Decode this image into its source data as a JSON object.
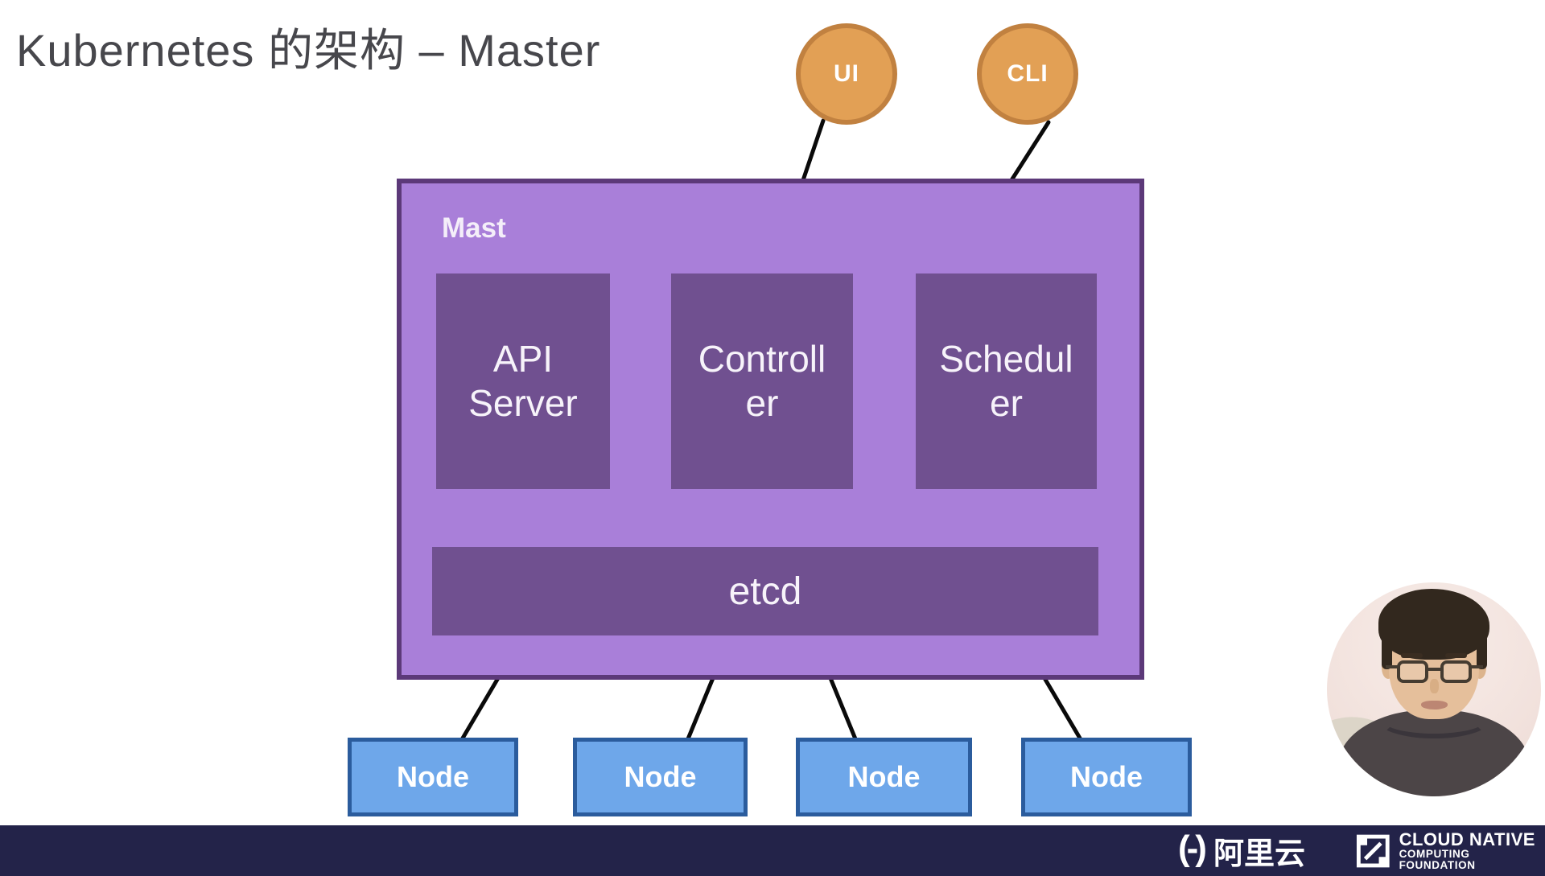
{
  "slide": {
    "title": "Kubernetes 的架构 – Master",
    "clients": [
      {
        "label": "UI"
      },
      {
        "label": "CLI"
      }
    ],
    "master": {
      "label": "Mast",
      "components": [
        {
          "name": "API Server",
          "lines": [
            "API",
            "Server"
          ]
        },
        {
          "name": "Controller",
          "lines": [
            "Controll",
            "er"
          ]
        },
        {
          "name": "Scheduler",
          "lines": [
            "Schedul",
            "er"
          ]
        }
      ],
      "datastore": {
        "label": "etcd"
      }
    },
    "nodes": [
      {
        "label": "Node"
      },
      {
        "label": "Node"
      },
      {
        "label": "Node"
      },
      {
        "label": "Node"
      }
    ],
    "colors": {
      "client_fill": "#E2A055",
      "client_border": "#C18140",
      "master_fill": "#A97FD9",
      "master_border": "#5C3979",
      "component_fill": "#705090",
      "node_fill": "#6EA7EA",
      "node_border": "#2B5C9D",
      "footer_bg": "#232349",
      "title_text": "#47474C",
      "connector": "#0A0A0A"
    }
  },
  "footer": {
    "alibaba": {
      "mark": "(-)",
      "text": "阿里云"
    },
    "cncf": {
      "line1": "CLOUD NATIVE",
      "line2": "COMPUTING FOUNDATION"
    }
  }
}
